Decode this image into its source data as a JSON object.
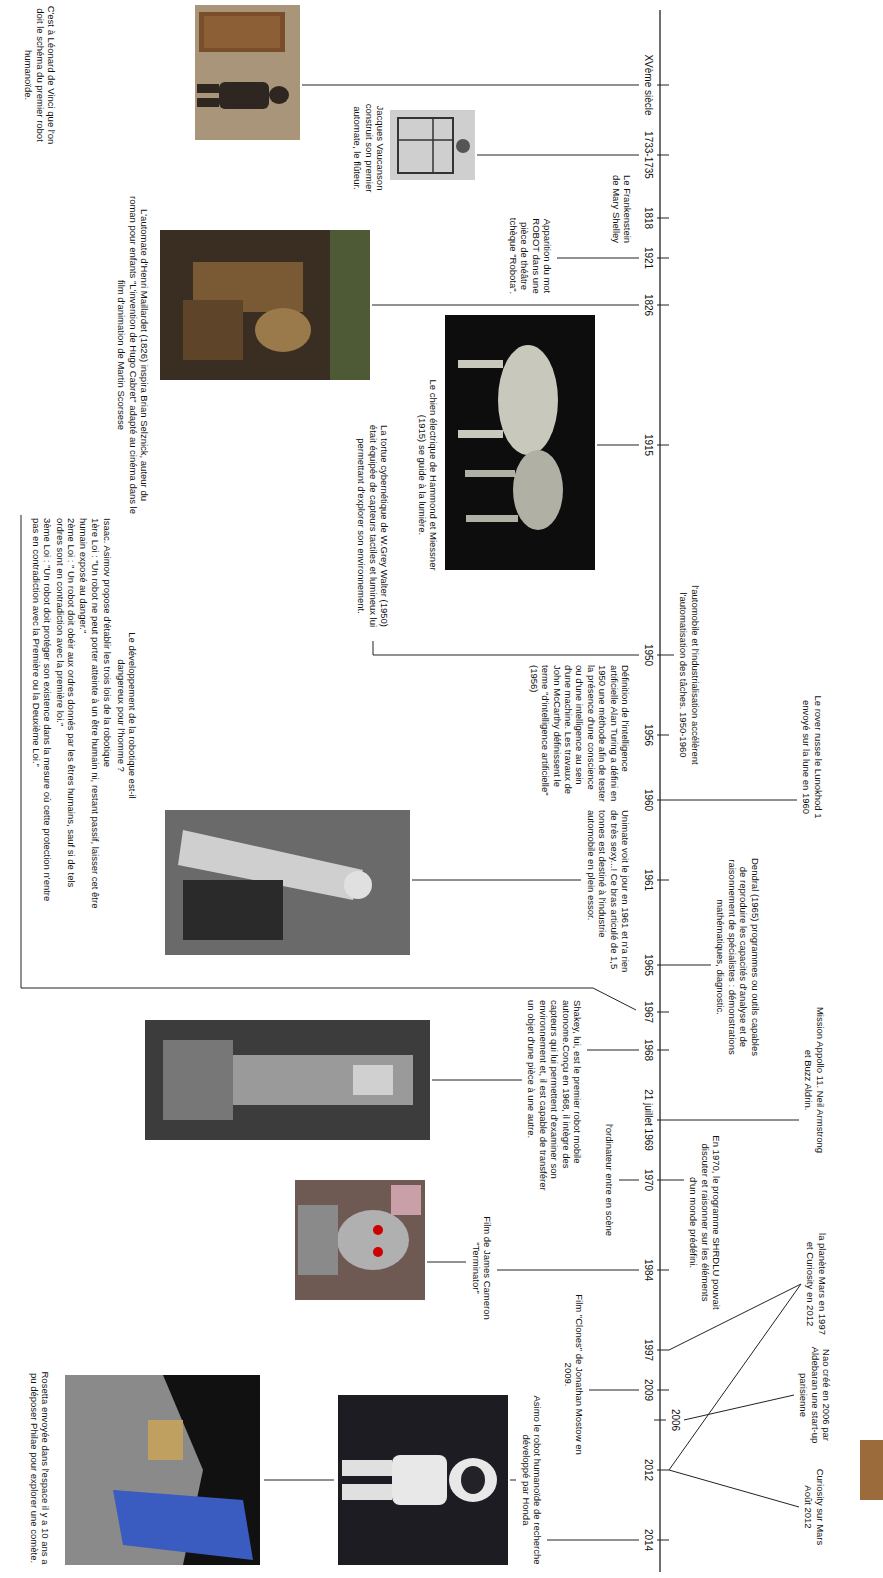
{
  "diagram": {
    "labels": [
      "XVème siècle",
      "C'est à Léonard de Vinci que l'on doit le schéma du premier robot humanoïde.",
      "1733-1735",
      "Jacques Vaucanson construit son premier automate, le flûteur.",
      "1818",
      "Le Frankenstein de Mary Shelley",
      "1921",
      "Apparition du mot ROBOT dans une pièce de théâtre tchèque \"Robota\".",
      "1826",
      "L'automate d'Henri Maillardet (1826) inspira Brian Selznick, auteur du roman pour enfants \"L'invention de Hugo Cabret\" adapté au cinéma dans le film d'animation de Martin Scorsese",
      "1915",
      "Le chien électrique de Hammond et Miessner (1915) se guide à la lumière.",
      "La tortue cybernétique de W.Grey Walter (1950) était équipée de capteurs tactiles et lumineux lui permettant d'explorer son environnement.",
      "Le développement de la robotique est-il dangereux pour l'homme ?",
      "Isaac. Asimov propose d'établir les trois lois de la robotique",
      "1ère Loi : \"Un robot ne peut porter atteinte à un être humain ni, restant passif, laisser cet être humain exposé au danger.\"",
      "2ème Loi : \" Un robot doit obéir aux ordres donnés par les êtres humains, sauf si de tels ordres sont en contradiction avec la première loi.\"",
      "3ème Loi : \"Un robot doit protéger son existence dans la mesure où cette protection n'entre pas en contradiction avec la Première ou la Deuxième Loi.\"",
      "1950",
      "l'automobile et l'industrialisation accélèrent l'automatisation des tâches. 1950-1960",
      "1956",
      "Définition de l'intelligence artificielle Alan Turing a défini en 1950 une méthode afin de tester la présence d'une conscience ou d'une intelligence au sein d'une machine. Les travaux de John McCarthy définissent le terme \"d'intelligence artificielle\" (1956)",
      "1960",
      "Le rover russe le Lunokhod 1 envoyé sur la lune en 1960",
      "1961",
      "Unimate voit le jour en 1961 et n'a rien de très sexy...! Ce bras articulé de 1,5 tonnes est destiné à l'industrie automobile en plein essor.",
      "1965",
      "Dendral (1965) programmes ou outils capables de reproduire les capacités d'analyse et de raisonnement de spécialistes : démonstrations mathématiques, diagnostic.",
      "1967",
      "1968",
      "Shakey, lui, est le premier robot mobile autonome.Conçu en 1968, il intègre des capteurs qui lui permettent d'examiner son environnement et, il est capable de transférer un objet d'une pièce à une autre.",
      "21 juillet 1969",
      "Mission Appollo 11. Neil Armstrong et Buzz Aldrin.",
      "1970",
      "l'ordinateur entre en scène",
      "En 1970, le programme SHRDLU pouvait discuter et raisonner sur les éléments d'un monde prédéfini.",
      "1984",
      "Film de James Cameron \"Terminator\"",
      "1997",
      "2009",
      "Film \"Clones\" de Jonathan Mostow en 2009.",
      "la planète Mars en 1997 et Curiosity en 2012",
      "2006",
      "Nao créé en 2006 par Aldebaran une start-up parisienne",
      "2012",
      "Curiosity sur Mars Août 2012",
      "2014",
      "Asimo le robot humanoïde de recherche développé par Honda",
      "Rosetta envoyée dans l'espace il y a 10 ans a pu déposer Philae pour explorer une comète."
    ]
  }
}
